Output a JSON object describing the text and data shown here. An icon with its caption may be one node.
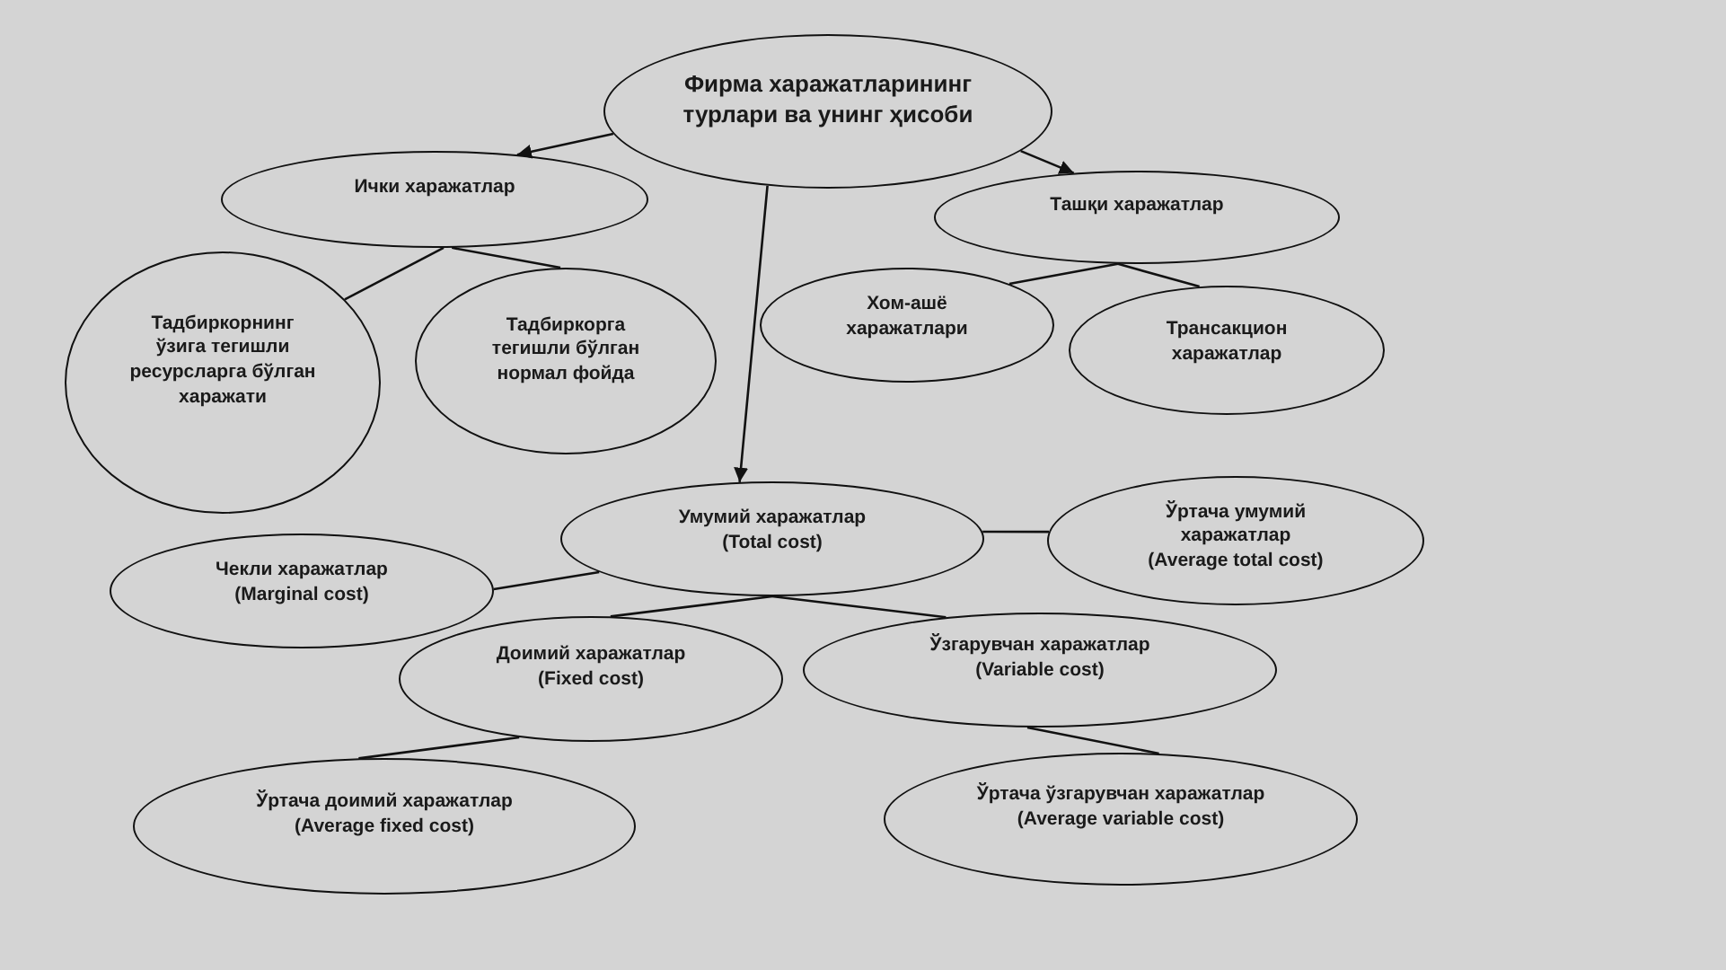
{
  "diagram": {
    "nodes": [
      {
        "text": [
          "Фирма харажатларининг турлари ва унинг ҳисоби"
        ]
      },
      {
        "text": [
          "Ички харажатлар"
        ]
      },
      {
        "text": [
          "Тадбиркорнинг ўзига тегишли ресурсларга бўлган харажати"
        ]
      },
      {
        "text": [
          "Тадбиркорга тегишли бўлган нормал фойда"
        ]
      },
      {
        "text": [
          "Ташқи харажатлар"
        ]
      },
      {
        "text": [
          "Хом-ашё харажатлари"
        ]
      },
      {
        "text": [
          "Трансакцион харажатлар"
        ]
      },
      {
        "text": [
          "Умумий харажатлар (Total cost)"
        ]
      },
      {
        "text": [
          "Ўртача умумий харажатлар (Average total cost)"
        ]
      },
      {
        "text": [
          "Чекли харажатлар (Marginal cost)"
        ]
      },
      {
        "text": [
          "Доимий харажатлар (Fixed cost)"
        ]
      },
      {
        "text": [
          "Ўзгарувчан харажатлар (Variable cost)"
        ]
      },
      {
        "text": [
          "Ўртача доимий харажатлар (Average fixed cost)"
        ]
      },
      {
        "text": [
          "Ўртача ўзгарувчан харажатлар (Average variable cost)"
        ]
      }
    ],
    "edges": [
      {
        "from": 0,
        "to": 1,
        "arrow": "to"
      },
      {
        "from": 0,
        "to": 4,
        "arrow": "to"
      },
      {
        "from": 0,
        "to": 7,
        "arrow": "to"
      },
      {
        "from": 1,
        "to": 2,
        "arrow": "none"
      },
      {
        "from": 1,
        "to": 3,
        "arrow": "none"
      },
      {
        "from": 4,
        "to": 5,
        "arrow": "none"
      },
      {
        "from": 4,
        "to": 6,
        "arrow": "none"
      },
      {
        "from": 7,
        "to": 8,
        "arrow": "none"
      },
      {
        "from": 7,
        "to": 9,
        "arrow": "none"
      },
      {
        "from": 7,
        "to": 10,
        "arrow": "none"
      },
      {
        "from": 7,
        "to": 11,
        "arrow": "none"
      },
      {
        "from": 10,
        "to": 12,
        "arrow": "none"
      },
      {
        "from": 11,
        "to": 13,
        "arrow": "none"
      }
    ]
  }
}
